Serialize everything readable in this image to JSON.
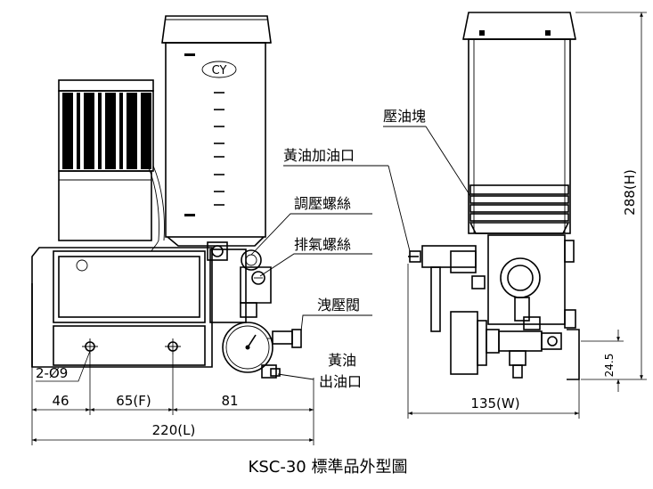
{
  "labels": {
    "pressure_block": "壓油塊",
    "grease_inlet": "黃油加油口",
    "adjust_screw": "調壓螺絲",
    "vent_screw": "排氣螺絲",
    "relief_valve": "洩壓閥",
    "grease_outlet_line1": "黃油",
    "grease_outlet_line2": "出油口",
    "brand_mark": "CY"
  },
  "dimensions": {
    "hole_spec": "2-Ø9",
    "d46": "46",
    "d65": "65(F)",
    "d81": "81",
    "length": "220(L)",
    "width": "135(W)",
    "height": "288(H)",
    "d24_5": "24.5"
  },
  "caption": "KSC-30 標準品外型圖"
}
